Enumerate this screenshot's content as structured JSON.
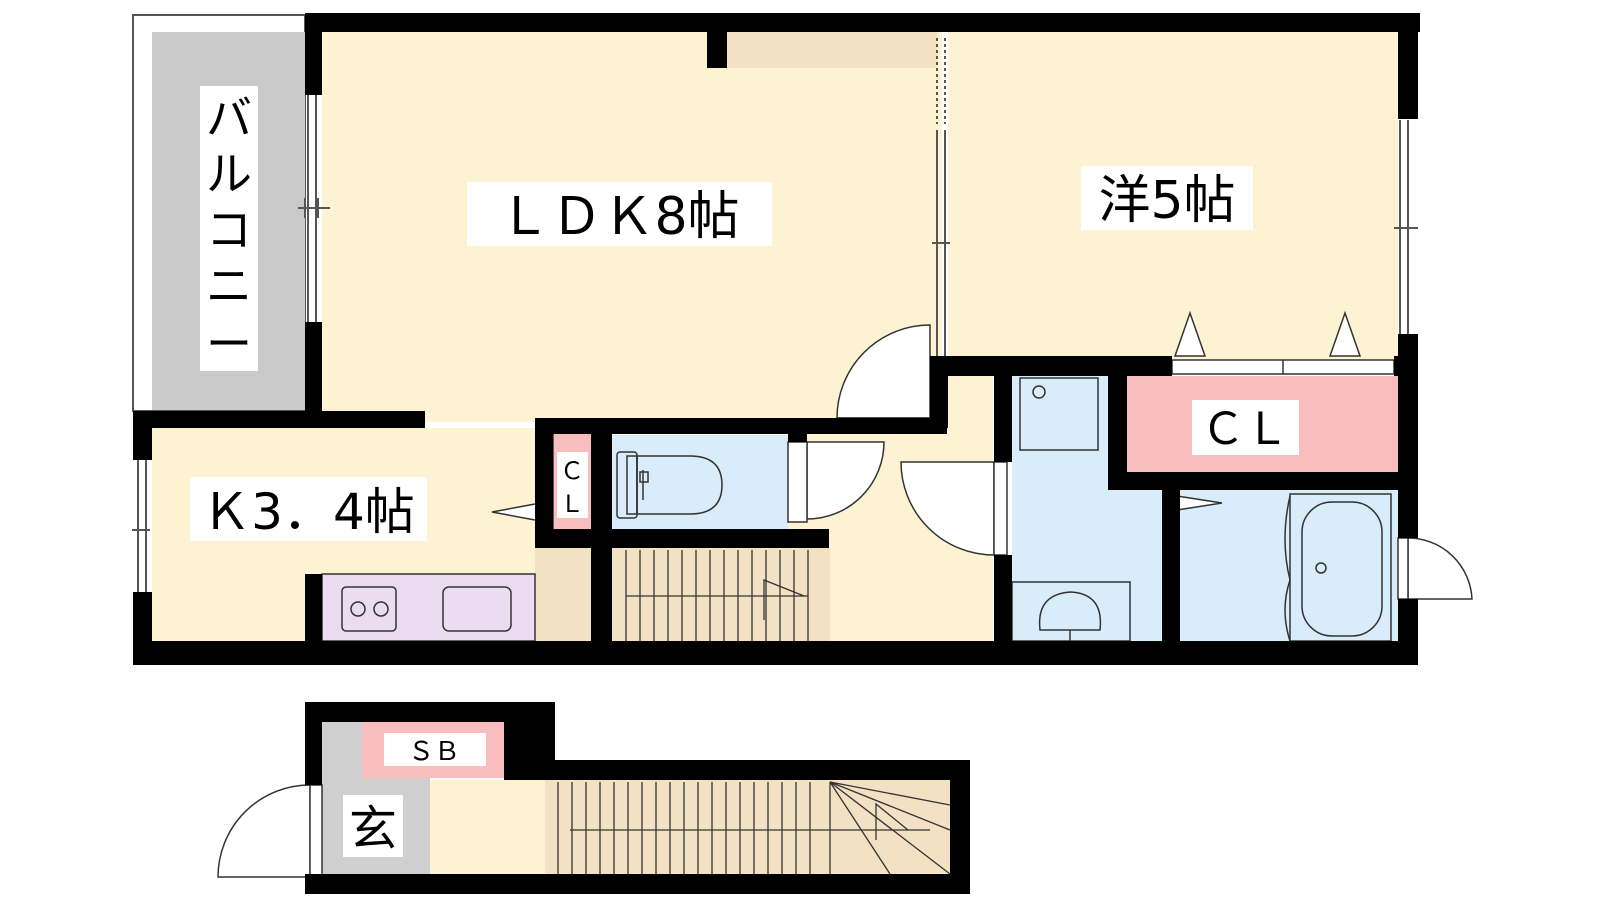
{
  "rooms": {
    "ldk": "ＬＤＫ8帖",
    "western": "洋5帖",
    "kitchen": "Ｋ3．4帖",
    "closet_main": "ＣＬ",
    "closet_small": [
      "Ｃ",
      "Ｌ"
    ],
    "balcony": [
      "バ",
      "ル",
      "コ",
      "ニ",
      "ー"
    ],
    "shoe_box": "ＳＢ",
    "entrance": "玄"
  },
  "colors": {
    "room_floor": "#fdf2d2",
    "balcony_floor": "#c9c9c9",
    "wet_area": "#d9ecfa",
    "closet": "#f9bdbd",
    "kitchen_counter": "#ecdcf1",
    "stair": "#f3e1c4",
    "entrance_floor": "#cfcfcf",
    "wall": "#000000"
  }
}
